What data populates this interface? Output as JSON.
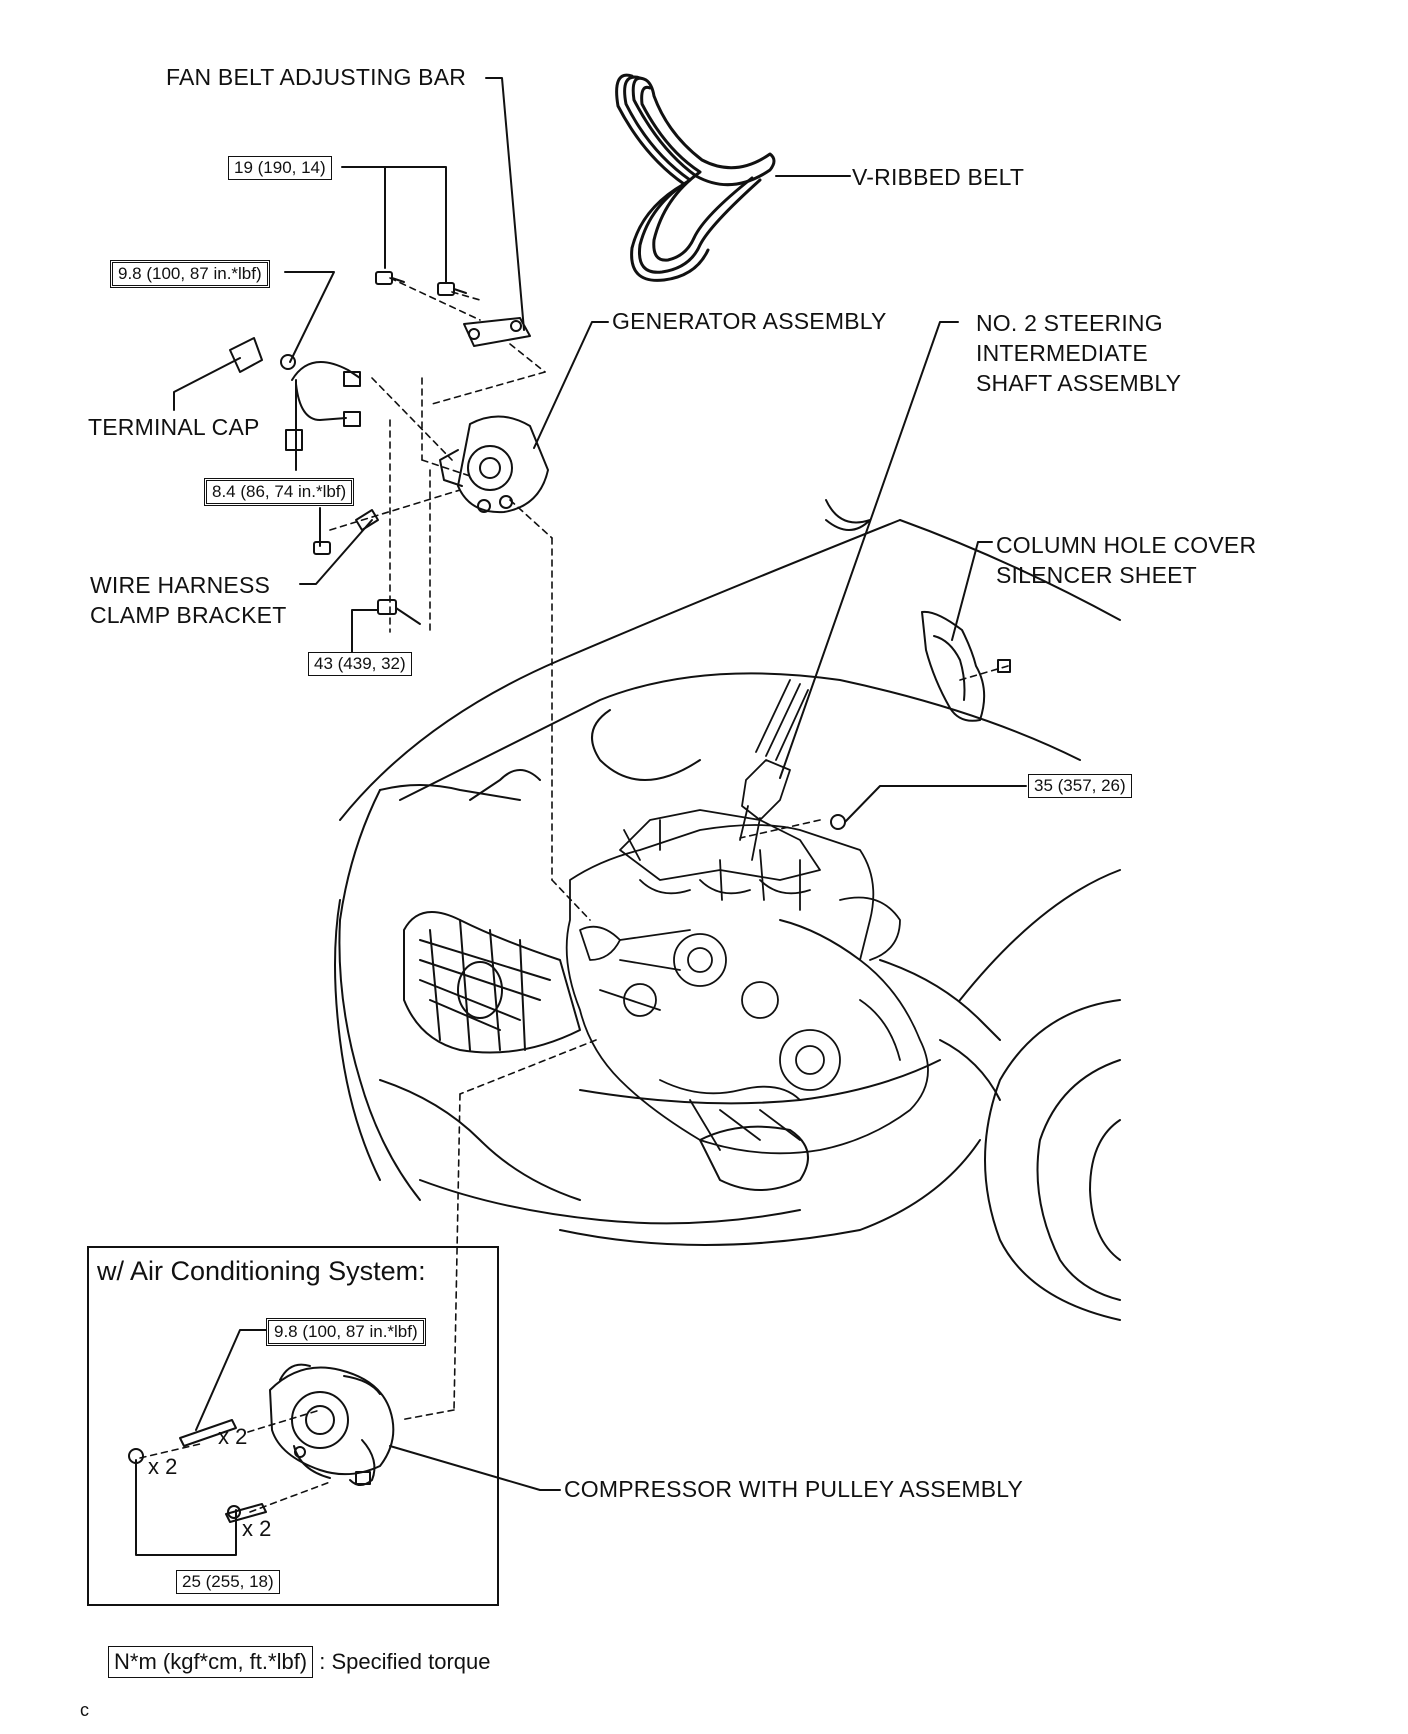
{
  "labels": {
    "fan_belt_adjusting_bar": "FAN BELT ADJUSTING BAR",
    "v_ribbed_belt": "V-RIBBED BELT",
    "generator_assembly": "GENERATOR ASSEMBLY",
    "steering_shaft_line1": "NO. 2 STEERING",
    "steering_shaft_line2": "INTERMEDIATE",
    "steering_shaft_line3": "SHAFT ASSEMBLY",
    "terminal_cap": "TERMINAL CAP",
    "wire_harness_line1": "WIRE HARNESS",
    "wire_harness_line2": "CLAMP BRACKET",
    "column_hole_line1": "COLUMN HOLE COVER",
    "column_hole_line2": "SILENCER SHEET",
    "compressor": "COMPRESSOR WITH PULLEY ASSEMBLY"
  },
  "torques": {
    "adjusting_bar_bolts": "19 (190, 14)",
    "terminal_nut": "9.8 (100, 87 in.*lbf)",
    "clamp_bracket_bolt": "8.4 (86, 74 in.*lbf)",
    "generator_bolt": "43 (439, 32)",
    "steering_bolt": "35 (357, 26)",
    "compressor_stud": "9.8 (100, 87 in.*lbf)",
    "compressor_bolts": "25 (255, 18)"
  },
  "inset": {
    "title": "w/ Air Conditioning System:",
    "qty_stud": "x 2",
    "qty_nut": "x 2",
    "qty_bolt": "x 2"
  },
  "legend": {
    "units": "N*m (kgf*cm, ft.*lbf)",
    "text": ": Specified torque"
  },
  "corner_mark": "c"
}
